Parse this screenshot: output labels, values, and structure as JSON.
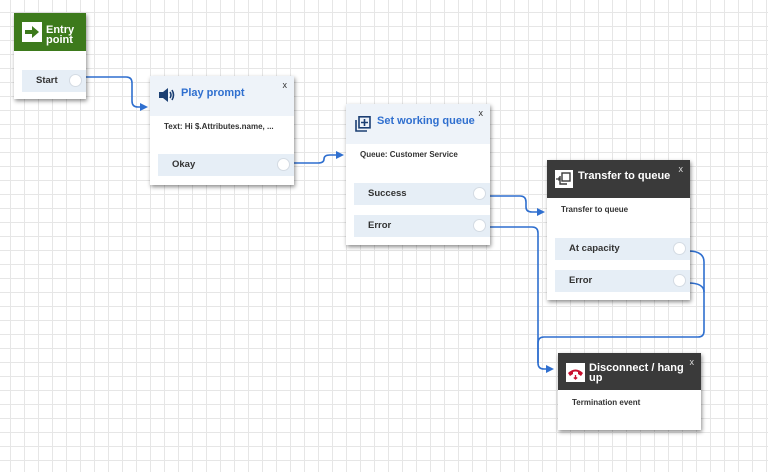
{
  "entry": {
    "title_line1": "Entry",
    "title_line2": "point",
    "branch": "Start",
    "icon": "arrow-right-icon",
    "color": "#3d7a1c"
  },
  "play_prompt": {
    "title": "Play prompt",
    "text": "Text: Hi $.Attributes.name, ...",
    "branch": "Okay",
    "close": "x",
    "icon": "speaker-icon"
  },
  "set_queue": {
    "title": "Set working queue",
    "text": "Queue: Customer Service",
    "branches": [
      "Success",
      "Error"
    ],
    "close": "x",
    "icon": "add-queue-icon"
  },
  "transfer": {
    "title": "Transfer to queue",
    "text": "Transfer to queue",
    "branches": [
      "At capacity",
      "Error"
    ],
    "close": "x",
    "icon": "transfer-icon",
    "color": "#3a3a3a"
  },
  "disconnect": {
    "title_line1": "Disconnect / hang",
    "title_line2": "up",
    "text": "Termination event",
    "close": "x",
    "icon": "hang-up-icon",
    "color": "#3a3a3a"
  },
  "colors": {
    "accent": "#2f6fcf",
    "branch_bg": "#e6eef6",
    "connector": "#2f6fcf"
  }
}
